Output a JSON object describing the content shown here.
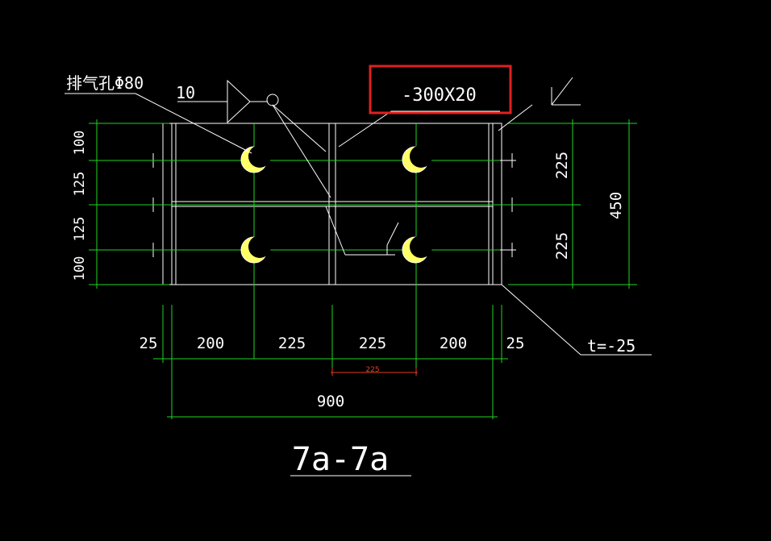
{
  "labels": {
    "vent_hole": "排气孔Φ80",
    "weld_size": "10",
    "plate_spec": "-300X20",
    "thickness": "t=-25",
    "section_title": "7a-7a"
  },
  "left_dims": [
    "100",
    "125",
    "125",
    "100"
  ],
  "right_dims": [
    "225",
    "225"
  ],
  "right_total": "450",
  "bottom_dims": [
    "25",
    "200",
    "225",
    "225",
    "200",
    "25"
  ],
  "bottom_total": "900",
  "red_dim": "225",
  "colors": {
    "background": "#000000",
    "outline": "#ffffff",
    "dimension": "#1fd41f",
    "highlight": "#e02020",
    "hole_fill": "#ffff66"
  }
}
